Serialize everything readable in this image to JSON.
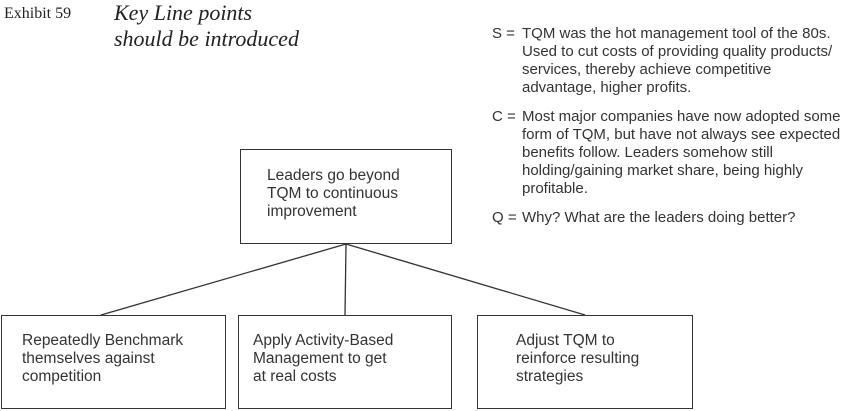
{
  "header": {
    "exhibit_label": "Exhibit 59",
    "title_line1": "Key Line points",
    "title_line2": "should be introduced"
  },
  "scq": [
    {
      "letter": "S =",
      "text": "TQM was the hot management tool of the 80s. Used to cut costs of providing quality products/ services, thereby achieve competitive advantage, higher profits."
    },
    {
      "letter": "C =",
      "text": "Most major companies have now adopted some form of TQM, but have not always see expected benefits follow. Leaders somehow still holding/gaining market share, being highly profitable."
    },
    {
      "letter": "Q =",
      "text": "Why? What are the leaders doing better?"
    }
  ],
  "diagram": {
    "top_box": {
      "lines": [
        "Leaders go beyond",
        "TQM to continuous",
        "improvement"
      ]
    },
    "children": [
      {
        "lines": [
          "Repeatedly Benchmark",
          "themselves against",
          "competition"
        ]
      },
      {
        "lines": [
          "Apply Activity-Based",
          "Management to get",
          "at real costs"
        ]
      },
      {
        "lines": [
          "Adjust TQM to",
          "reinforce resulting",
          "strategies"
        ]
      }
    ]
  }
}
